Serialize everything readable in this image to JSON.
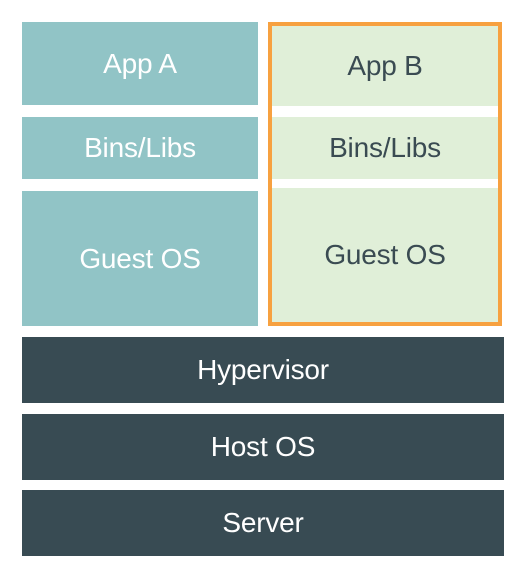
{
  "vm_a": {
    "app": "App A",
    "bins": "Bins/Libs",
    "guest_os": "Guest OS"
  },
  "vm_b": {
    "app": "App B",
    "bins": "Bins/Libs",
    "guest_os": "Guest OS"
  },
  "hypervisor": "Hypervisor",
  "host_os": "Host OS",
  "server": "Server",
  "colors": {
    "vm_a_fill": "#91c4c6",
    "vm_b_fill": "#e0efd8",
    "vm_b_highlight": "#f7a140",
    "infrastructure_fill": "#384b53"
  }
}
